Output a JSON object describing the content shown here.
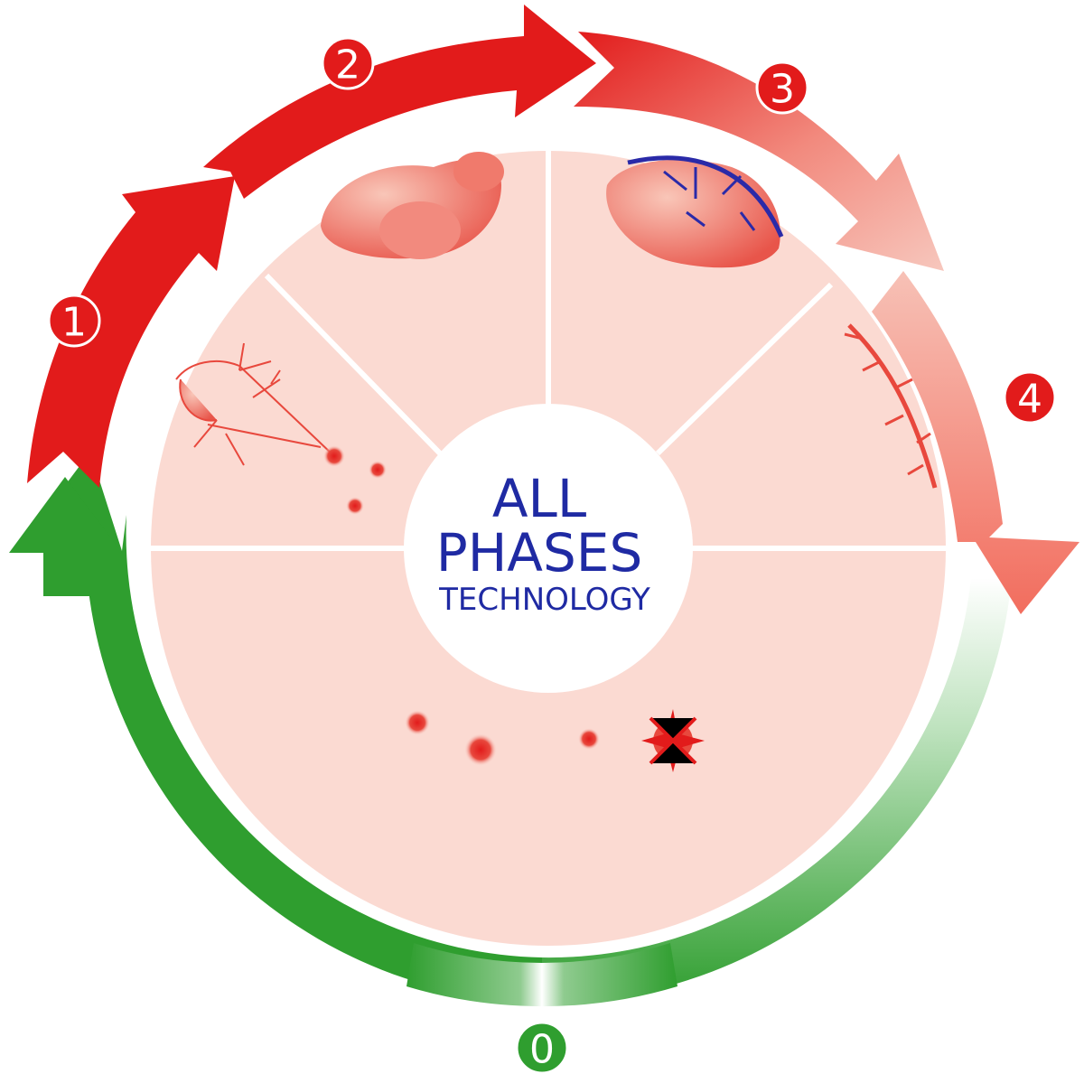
{
  "center": {
    "line1": "ALL",
    "line2": "PHASES",
    "line3": "TECHNOLOGY"
  },
  "phases": [
    {
      "number": "0",
      "color": "#2f9e2f"
    },
    {
      "number": "1",
      "color": "#e21b1b"
    },
    {
      "number": "2",
      "color": "#e21b1b"
    },
    {
      "number": "3",
      "color": "#e21b1b"
    },
    {
      "number": "4",
      "color": "#e21b1b"
    }
  ],
  "colors": {
    "red": "#e21b1b",
    "green": "#2f9e2f",
    "wedge": "#fbdad2",
    "text": "#1f2aa3",
    "vessel_blue": "#2a2aa8"
  }
}
